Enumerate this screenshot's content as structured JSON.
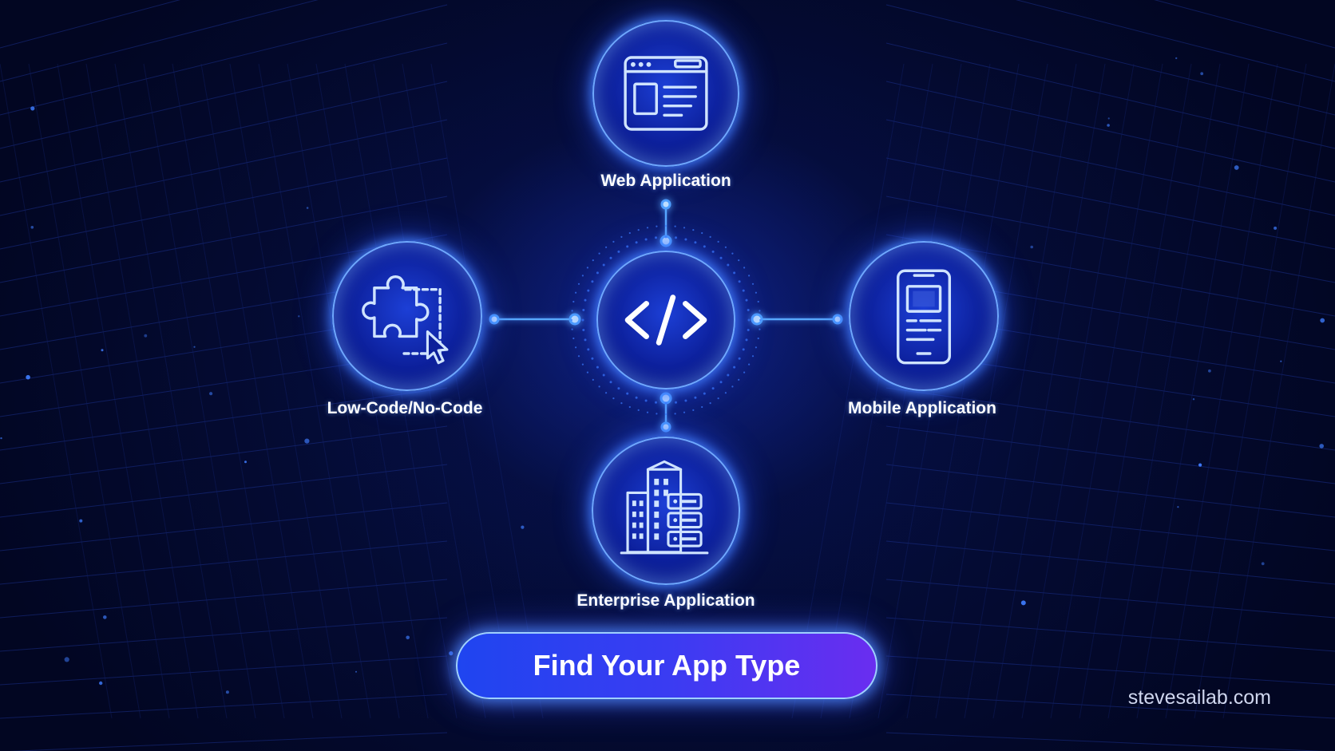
{
  "diagram": {
    "center": {
      "icon": "code-brackets-icon"
    },
    "nodes": [
      {
        "id": "web",
        "label": "Web Application",
        "icon": "browser-window-icon"
      },
      {
        "id": "lowcode",
        "label": "Low-Code/No-Code",
        "icon": "puzzle-cursor-icon"
      },
      {
        "id": "mobile",
        "label": "Mobile Application",
        "icon": "smartphone-icon"
      },
      {
        "id": "enterprise",
        "label": "Enterprise Application",
        "icon": "buildings-servers-icon"
      }
    ]
  },
  "cta": {
    "label": "Find Your App Type"
  },
  "watermark": "stevesailab.com",
  "colors": {
    "background": "#040a2e",
    "node_fill": "#0c1f9a",
    "node_glow": "#6fa8ff",
    "icon_stroke": "#cfe3ff",
    "connector": "#58a8ff",
    "button_start": "#1f45f0",
    "button_end": "#6a2df0"
  }
}
